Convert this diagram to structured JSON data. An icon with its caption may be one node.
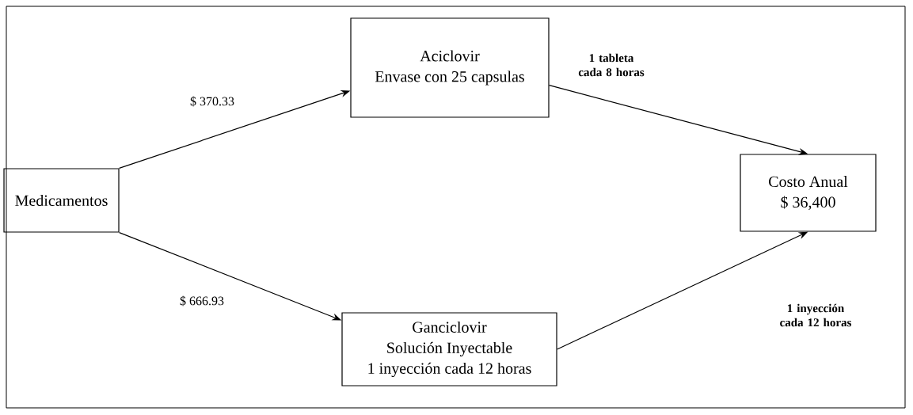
{
  "diagram": {
    "nodes": [
      {
        "text": [
          "Medicamentos"
        ]
      },
      {
        "text": [
          "Aciclovir",
          "Envase con 25 capsulas"
        ]
      },
      {
        "text": [
          "Costo Anual",
          "$ 36,400"
        ]
      },
      {
        "text": [
          "Ganciclovir",
          "Solución Inyectable",
          "1 inyección cada 12 horas"
        ]
      }
    ],
    "edges": [
      {
        "from": 0,
        "to": 1,
        "arrow": "to",
        "label": "$ 370.33"
      },
      {
        "from": 0,
        "to": 3,
        "arrow": "to",
        "label": "$ 666.93"
      },
      {
        "from": 1,
        "to": 2,
        "arrow": "to",
        "label": "1 tableta cada 8 horas"
      },
      {
        "from": 3,
        "to": 2,
        "arrow": "to",
        "label": "1 inyección cada 12 horas"
      }
    ]
  }
}
